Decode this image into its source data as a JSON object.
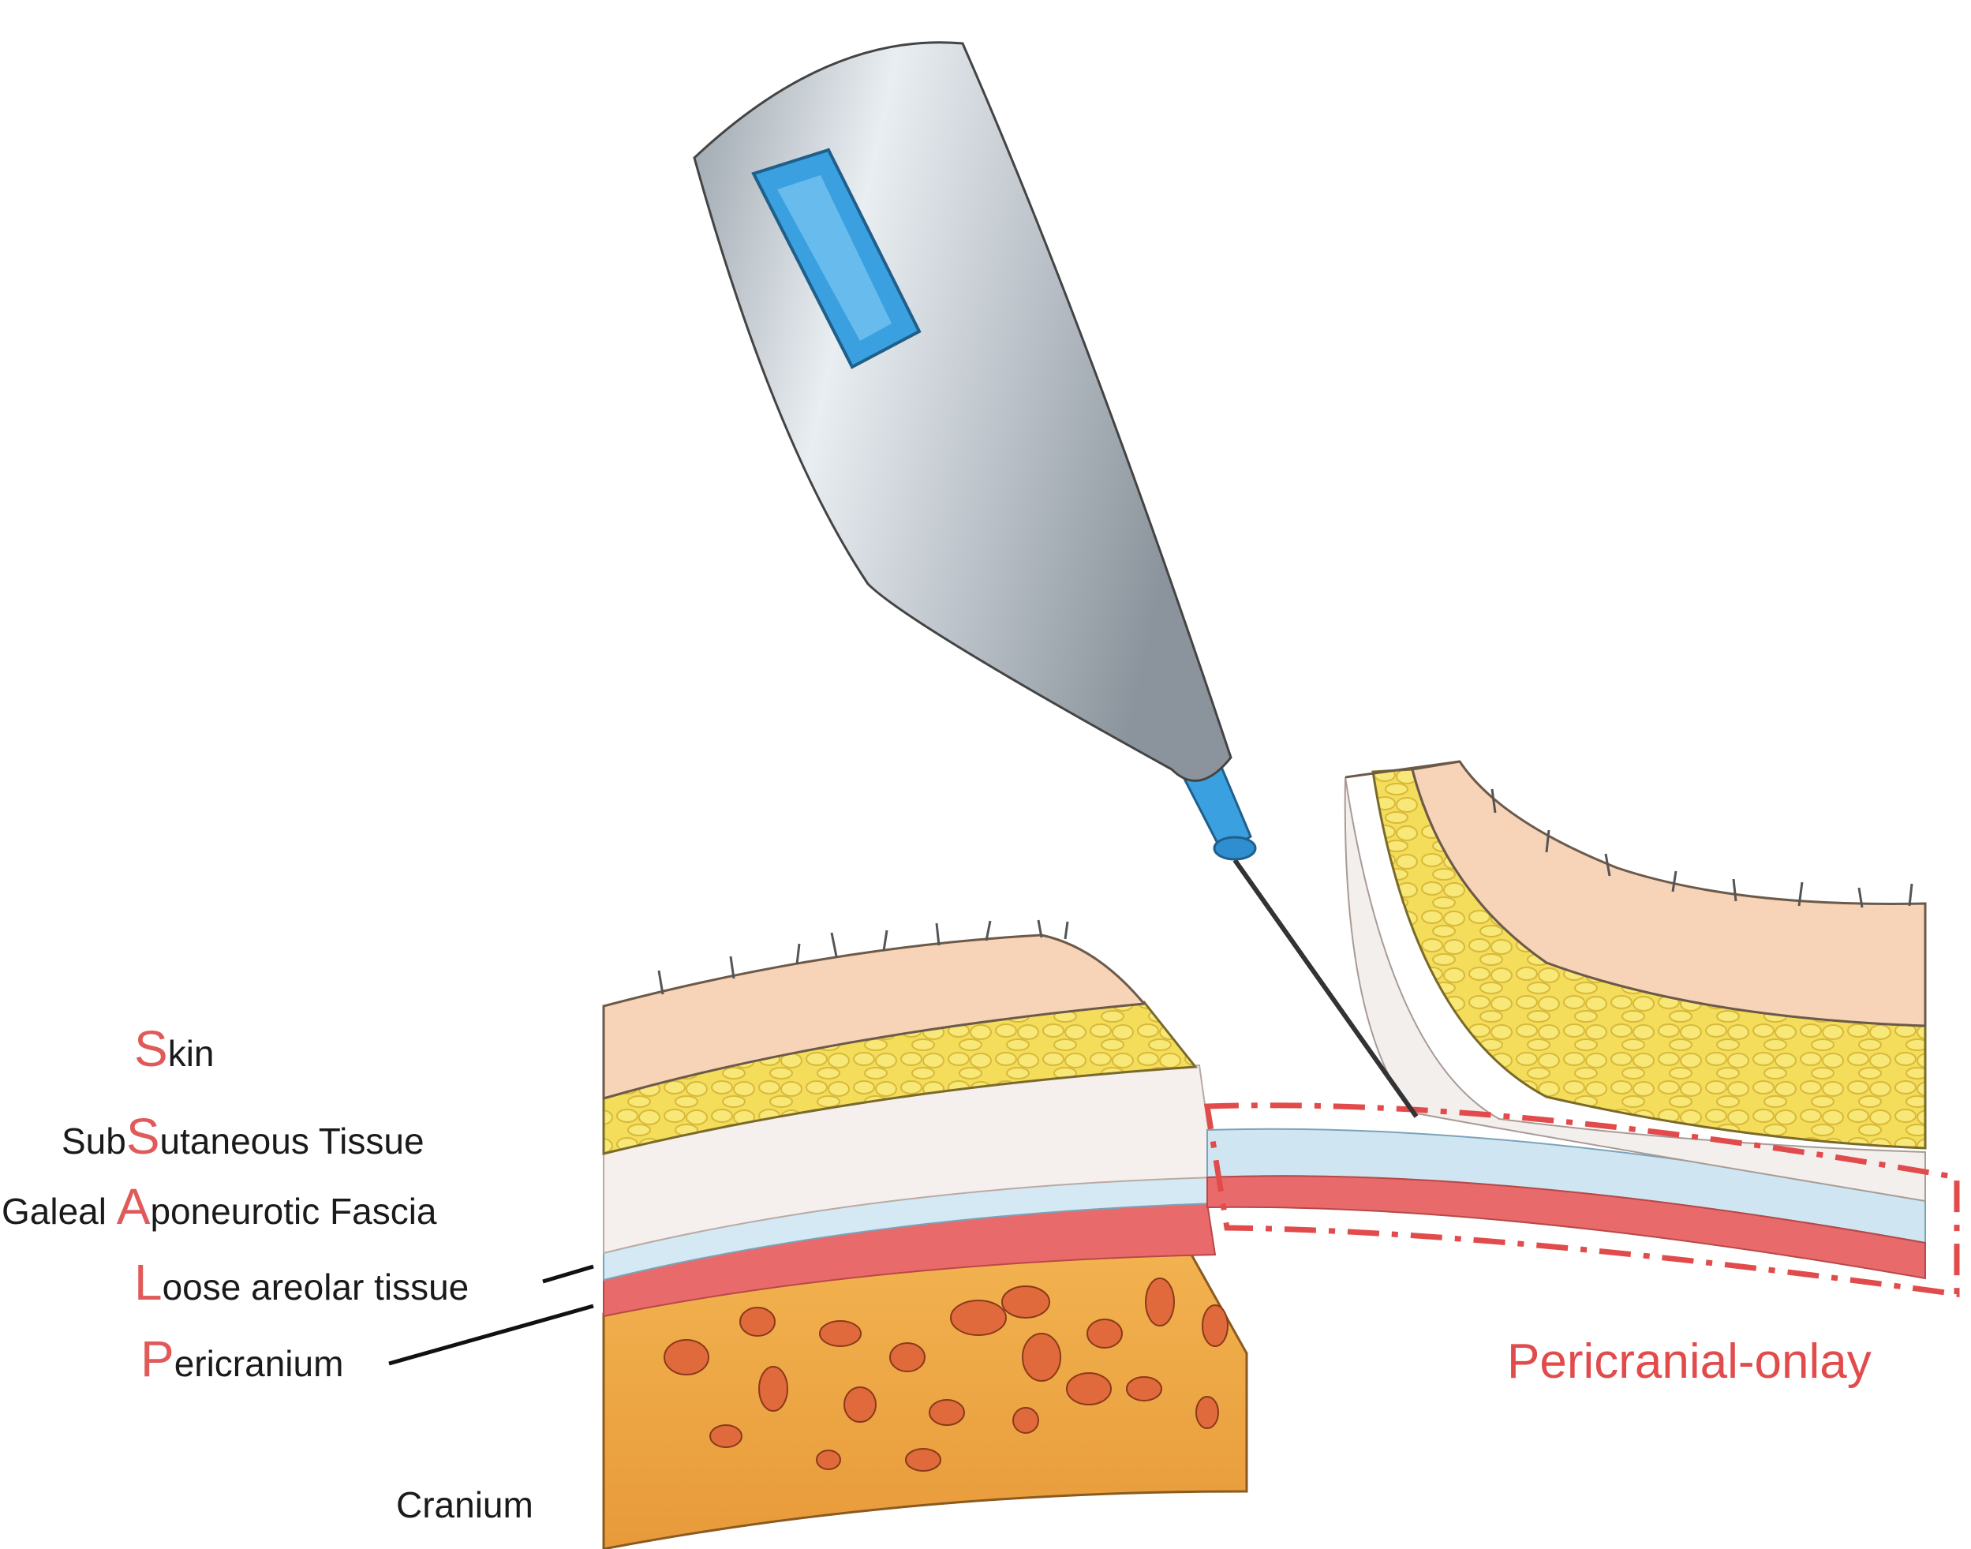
{
  "colors": {
    "accent_red": "#e24b4b",
    "skin": "#f7d3b8",
    "fat": "#f2dc55",
    "galea": "#f4eeec",
    "loose_areolar": "#cfe6f2",
    "pericranium": "#e86a6a",
    "cranium": "#f0a845",
    "needle_blue": "#3aa0e0",
    "injector_silver": "#c7ccd1"
  },
  "labels": {
    "skin": {
      "initial": "S",
      "rest": "kin"
    },
    "subcutaneous": {
      "prefix": "Sub",
      "initial": "S",
      "rest": "utaneous Tissue"
    },
    "galeal": {
      "prefix": "Galeal ",
      "initial": "A",
      "rest": "poneurotic Fascia"
    },
    "loose": {
      "initial": "L",
      "rest": "oose areolar tissue"
    },
    "pericranium": {
      "initial": "P",
      "rest": "ericranium"
    },
    "cranium": "Cranium",
    "onlay": "Pericranial-onlay"
  }
}
